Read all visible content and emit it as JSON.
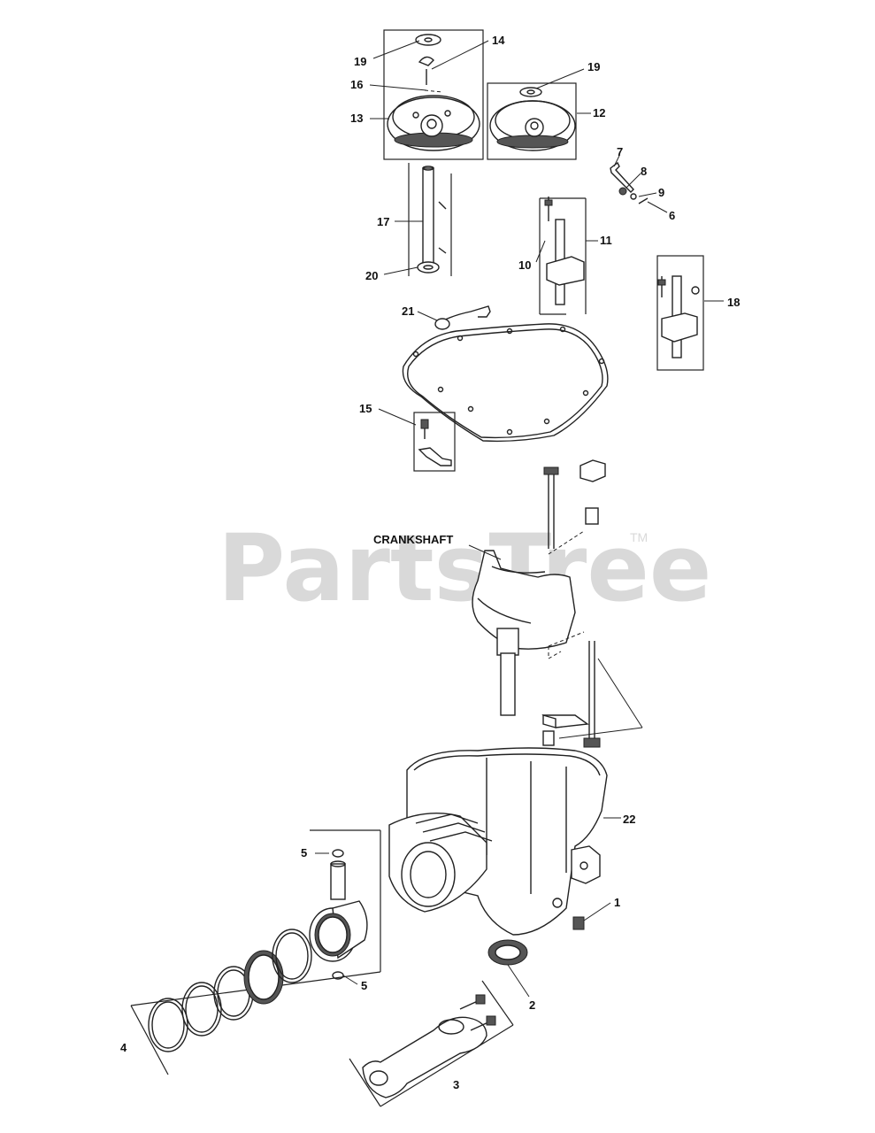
{
  "watermark": {
    "text": "PartsTree",
    "tm": "TM"
  },
  "labels": {
    "crankshaft": "CRANKSHAFT"
  },
  "callouts": {
    "p1": "1",
    "p2": "2",
    "p3": "3",
    "p4": "4",
    "p5a": "5",
    "p5b": "5",
    "p6": "6",
    "p7": "7",
    "p8": "8",
    "p9": "9",
    "p10": "10",
    "p11": "11",
    "p12": "12",
    "p13": "13",
    "p14": "14",
    "p15": "15",
    "p16": "16",
    "p17": "17",
    "p18": "18",
    "p19a": "19",
    "p19b": "19",
    "p20": "20",
    "p21": "21",
    "p22": "22"
  }
}
